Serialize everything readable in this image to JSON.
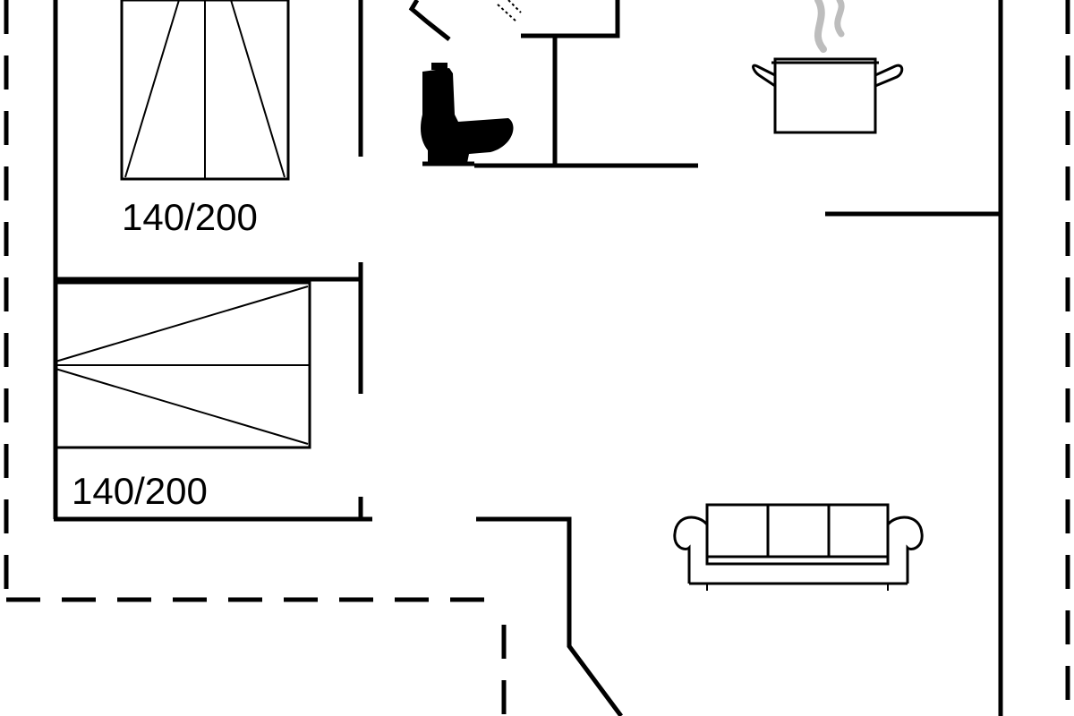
{
  "floorplan": {
    "beds": [
      {
        "size_label": "140/200",
        "orientation": "vertical"
      },
      {
        "size_label": "140/200",
        "orientation": "horizontal"
      }
    ],
    "icons": [
      "toilet-icon",
      "sink-icon",
      "cooking-pot-icon",
      "sofa-icon"
    ],
    "colors": {
      "line": "#000000",
      "steam": "#bdbdbd",
      "background": "#ffffff"
    }
  }
}
